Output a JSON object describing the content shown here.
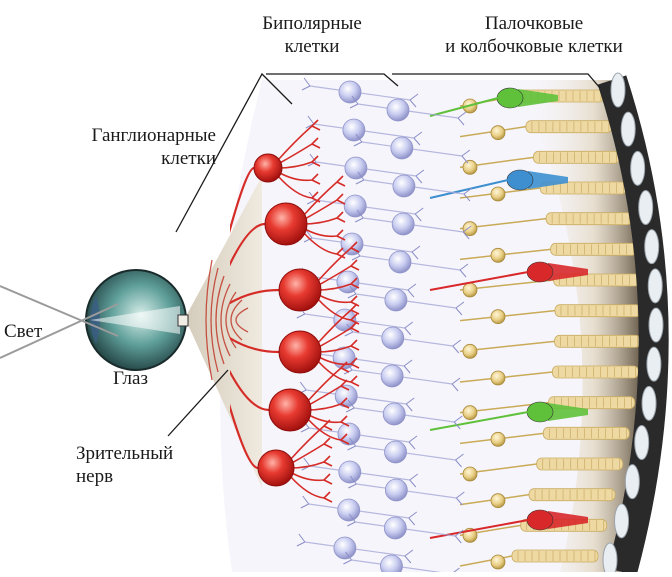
{
  "labels": {
    "bipolar_line1": "Биполярные",
    "bipolar_line2": "клетки",
    "rods_line1": "Палочковые",
    "rods_line2": "и колбочковые клетки",
    "ganglion_line1": "Ганглионарные",
    "ganglion_line2": "клетки",
    "light": "Свет",
    "eye": "Глаз",
    "nerve_line1": "Зрительный",
    "nerve_line2": "нерв"
  },
  "colors": {
    "ganglion": "#e0312c",
    "bipolar": "#b9bde8",
    "rod": "#f1d79a",
    "cone_red": "#d8282a",
    "cone_green": "#5fc13a",
    "cone_blue": "#3d8fd0",
    "pigment": "#2a2a2a"
  }
}
